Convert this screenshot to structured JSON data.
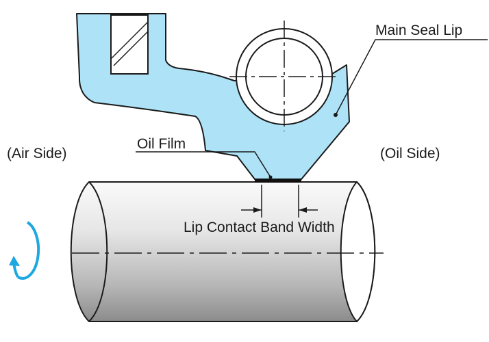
{
  "labels": {
    "main_seal_lip": "Main Seal Lip",
    "air_side": "(Air Side)",
    "oil_film": "Oil Film",
    "oil_side": "(Oil Side)",
    "lip_contact_band_width": "Lip Contact Band Width"
  },
  "colors": {
    "seal_fill": "#aee3f7",
    "outline": "#1a1a1a",
    "rotation_arrow": "#1fa7e0",
    "shaft_light": "#f2f2f2",
    "shaft_dark": "#8c8c8c",
    "contact_band": "#111111"
  },
  "icons": {
    "rotation": "rotation-arrow-icon"
  }
}
